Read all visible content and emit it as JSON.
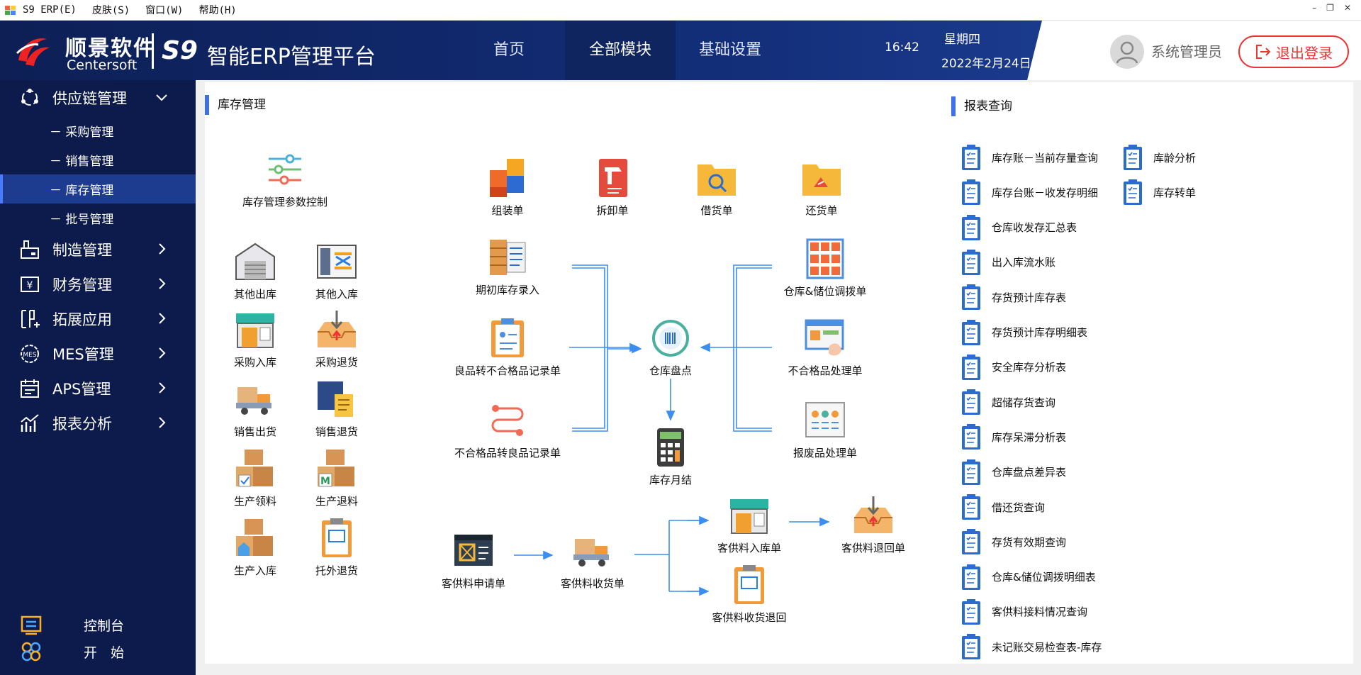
{
  "menubar": {
    "items": [
      "S9 ERP(E)",
      "皮肤(S)",
      "窗口(W)",
      "帮助(H)"
    ]
  },
  "header": {
    "brand_cn": "顺景软件",
    "brand_en": "Centersoft",
    "brand_s9": "S9",
    "platform_title": "智能ERP管理平台",
    "nav": [
      "首页",
      "全部模块",
      "基础设置"
    ],
    "time": "16:42",
    "weekday": "星期四",
    "date": "2022年2月24日",
    "username": "系统管理员",
    "logout_label": "退出登录"
  },
  "sidebar": {
    "groups": [
      {
        "label": "供应链管理",
        "icon": "supply-chain-icon",
        "expanded": true,
        "children": [
          "采购管理",
          "销售管理",
          "库存管理",
          "批号管理"
        ],
        "active_child": "库存管理"
      },
      {
        "label": "制造管理",
        "icon": "manufacturing-icon"
      },
      {
        "label": "财务管理",
        "icon": "finance-icon"
      },
      {
        "label": "拓展应用",
        "icon": "extension-icon"
      },
      {
        "label": "MES管理",
        "icon": "mes-icon"
      },
      {
        "label": "APS管理",
        "icon": "aps-icon"
      },
      {
        "label": "报表分析",
        "icon": "report-analysis-icon"
      }
    ],
    "footer": [
      {
        "label": "控制台",
        "icon": "console-icon"
      },
      {
        "label": "开　始",
        "icon": "start-icon"
      }
    ]
  },
  "inventory": {
    "title": "库存管理",
    "modules": {
      "param_control": "库存管理参数控制",
      "other_out": "其他出库",
      "other_in": "其他入库",
      "purchase_in": "采购入库",
      "purchase_return": "采购退货",
      "sales_out": "销售出货",
      "sales_return": "销售退货",
      "prod_issue": "生产领料",
      "prod_return": "生产退料",
      "prod_in": "生产入库",
      "outsource_return": "托外退货",
      "assembly": "组装单",
      "disassembly": "拆卸单",
      "borrow": "借货单",
      "giveback": "还货单",
      "initial_stock": "期初库存录入",
      "good_to_bad": "良品转不合格品记录单",
      "bad_to_good": "不合格品转良品记录单",
      "stocktake": "仓库盘点",
      "month_close": "库存月结",
      "transfer": "仓库&储位调拨单",
      "bad_handle": "不合格品处理单",
      "scrap_handle": "报废品处理单",
      "consign_apply": "客供料申请单",
      "consign_receive": "客供料收货单",
      "consign_in": "客供料入库单",
      "consign_return": "客供料退回单",
      "consign_receive_return": "客供料收货退回"
    }
  },
  "reports": {
    "title": "报表查询",
    "col1": [
      "库存账－当前存量查询",
      "库存台账－收发存明细",
      "仓库收发存汇总表",
      "出入库流水账",
      "存货预计库存表",
      "存货预计库存明细表",
      "安全库存分析表",
      "超储存货查询",
      "库存呆滞分析表",
      "仓库盘点差异表",
      "借还货查询",
      "存货有效期查询",
      "仓库&储位调拨明细表",
      "客供料接料情况查询",
      "未记账交易检查表-库存"
    ],
    "col2": [
      "库龄分析",
      "库存转单"
    ]
  },
  "colors": {
    "header_bg": "#132f7a",
    "sidebar_bg": "#0c1a4c",
    "sidebar_active": "#1d3b8f",
    "accent": "#3d6fe8",
    "logout": "#ee3333",
    "flow_line": "#3b8ef0"
  }
}
